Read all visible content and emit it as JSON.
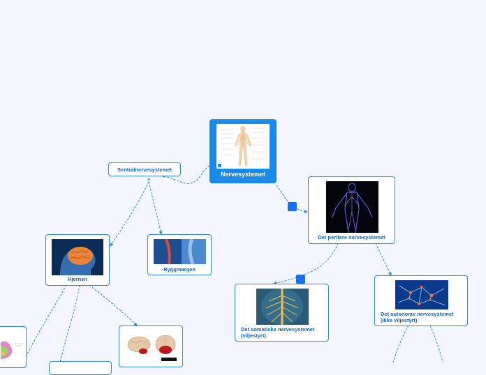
{
  "map": {
    "root": {
      "label": "Nervesystemet"
    },
    "sentral": {
      "label": "Sentralnervesystemet"
    },
    "hjernen": {
      "label": "Hjernen"
    },
    "ryggmargen": {
      "label": "Ryggmargen"
    },
    "perifere": {
      "label": "Det perifere nervesystemet"
    },
    "somatiske": {
      "label": "Det somatiske nervesystemet (viljestyrt)"
    },
    "autonome": {
      "label": "Det autonome nervesystemet (ikke viljestyrt)"
    }
  },
  "colors": {
    "background": "#f3f6fc",
    "accent": "#1a8ae8",
    "border": "#2f86e0",
    "text": "#1262b8",
    "connector": "#2f86e0"
  }
}
